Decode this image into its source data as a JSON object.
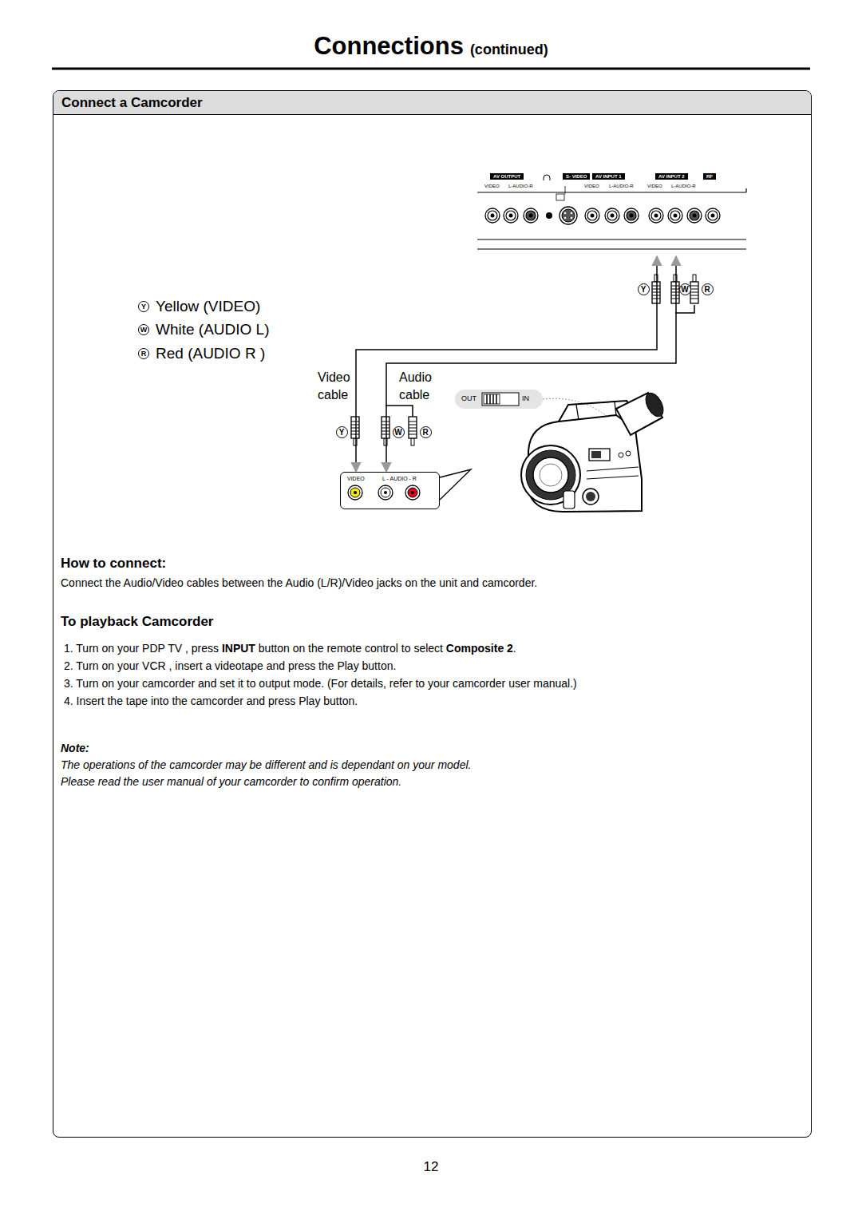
{
  "diagram": {
    "title": "Connections",
    "nodes": [
      {
        "text": [
          "Connect a Camcorder"
        ]
      },
      {
        "text": [
          "AV OUTPUT",
          "S- VIDEO",
          "AV INPUT 1",
          "AV INPUT 2",
          "RF",
          "VIDEO",
          "L-AUDIO-R",
          "VIDEO",
          "L-AUDIO-R",
          "VIDEO",
          "L-AUDIO-R"
        ],
        "in": 0
      },
      {
        "text": [
          "VIDEO",
          "L - AUDIO - R"
        ],
        "in": 0
      }
    ],
    "edges": [
      {
        "from": 2,
        "to": 1,
        "arrow": "both",
        "label": "Video cable"
      },
      {
        "from": 2,
        "to": 1,
        "arrow": "both",
        "label": "Audio cable"
      }
    ],
    "labels": [
      "(continued)",
      "Y",
      "W",
      "R",
      "Y",
      "W",
      "R",
      "OUT",
      "IN",
      "Y",
      "W",
      "R",
      "How to connect:",
      "Connect the Audio/Video cables between the Audio (L/R)/Video jacks on the unit and camcorder.",
      "To playback Camcorder",
      "1. Turn on your PDP TV , press ",
      "INPUT",
      " button on the remote control to select ",
      "Composite 2",
      ".",
      "2. Turn on your VCR , insert a videotape and press the Play button.",
      "3. Turn on your camcorder and set it to output mode. (For details, refer to your camcorder user manual.)",
      "4. Insert the tape into the camcorder and press Play button.",
      "Note:",
      "The operations of the camcorder may be different and is dependant on your model.",
      "Please read the user manual of your camcorder to confirm operation.",
      "12"
    ],
    "legend": [
      {
        "text": "Yellow (VIDEO)"
      },
      {
        "text": "White (AUDIO L)"
      },
      {
        "text": "Red (AUDIO R )"
      }
    ]
  }
}
